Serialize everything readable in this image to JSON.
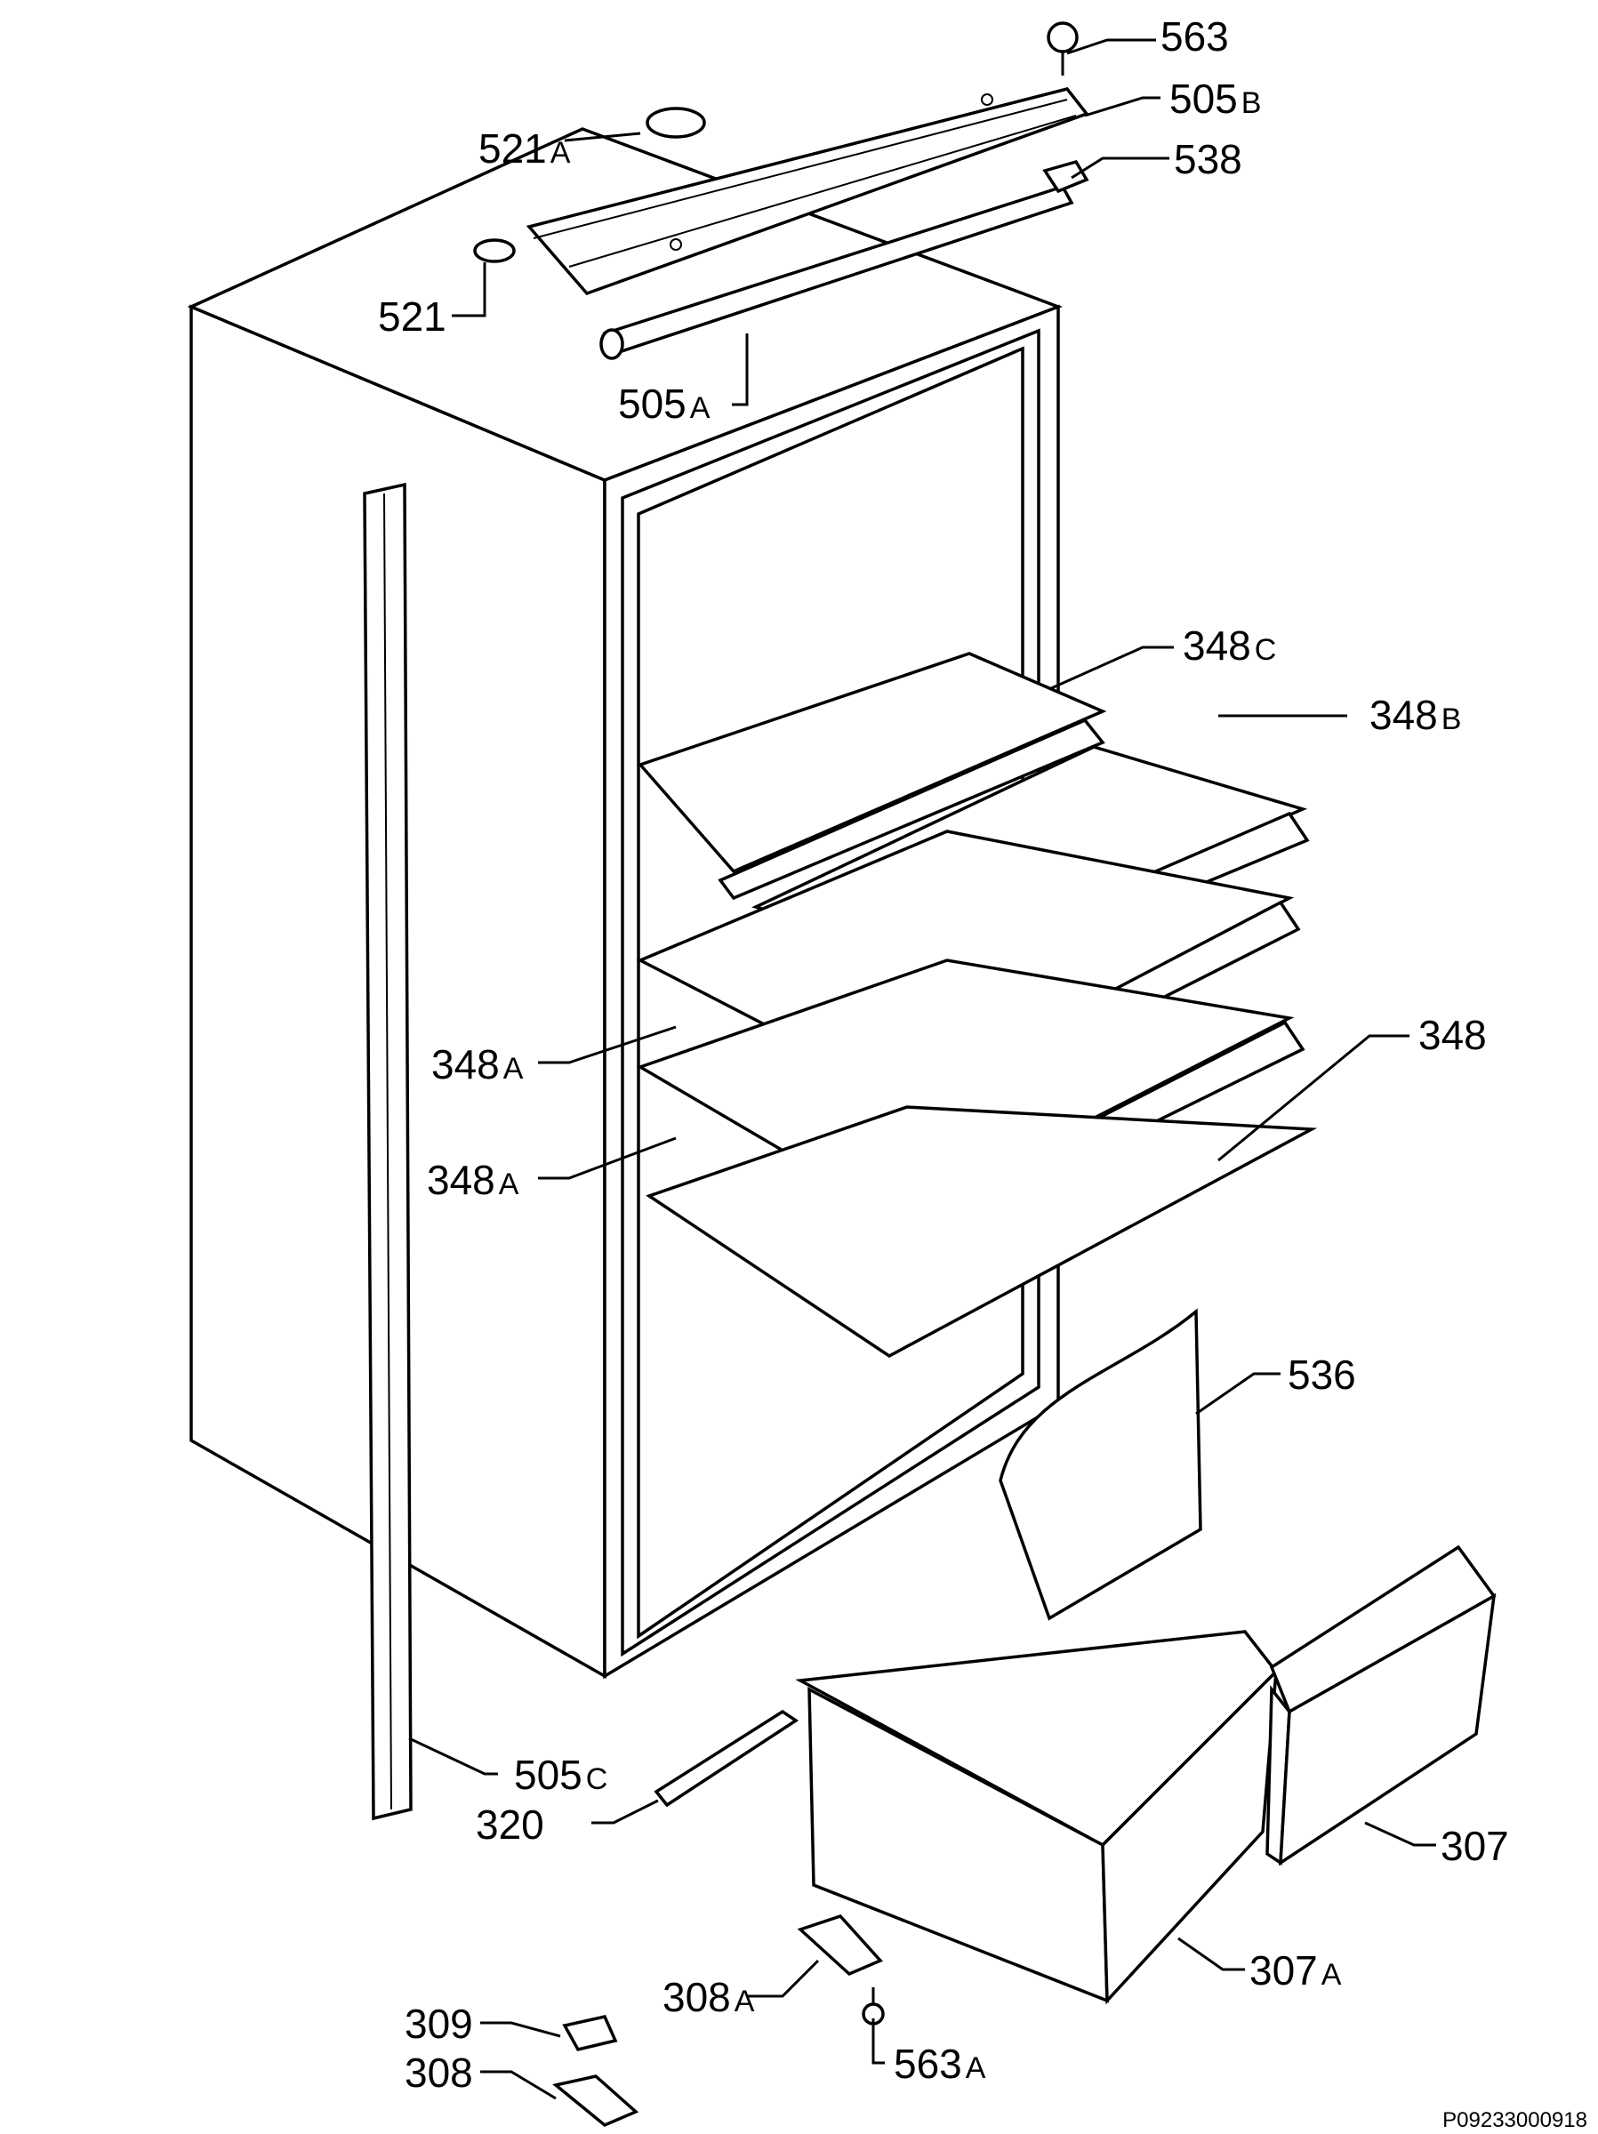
{
  "labels": [
    {
      "id": "563",
      "num": "563",
      "suffix": ""
    },
    {
      "id": "505B",
      "num": "505",
      "suffix": "B"
    },
    {
      "id": "521A",
      "num": "521",
      "suffix": "A"
    },
    {
      "id": "538",
      "num": "538",
      "suffix": ""
    },
    {
      "id": "521",
      "num": "521",
      "suffix": ""
    },
    {
      "id": "505A",
      "num": "505",
      "suffix": "A"
    },
    {
      "id": "348C",
      "num": "348",
      "suffix": "C"
    },
    {
      "id": "348B",
      "num": "348",
      "suffix": "B"
    },
    {
      "id": "348",
      "num": "348",
      "suffix": ""
    },
    {
      "id": "348A-1",
      "num": "348",
      "suffix": "A"
    },
    {
      "id": "348A-2",
      "num": "348",
      "suffix": "A"
    },
    {
      "id": "536",
      "num": "536",
      "suffix": ""
    },
    {
      "id": "505C",
      "num": "505",
      "suffix": "C"
    },
    {
      "id": "320",
      "num": "320",
      "suffix": ""
    },
    {
      "id": "307",
      "num": "307",
      "suffix": ""
    },
    {
      "id": "307A",
      "num": "307",
      "suffix": "A"
    },
    {
      "id": "308A",
      "num": "308",
      "suffix": "A"
    },
    {
      "id": "309",
      "num": "309",
      "suffix": ""
    },
    {
      "id": "308",
      "num": "308",
      "suffix": ""
    },
    {
      "id": "563A",
      "num": "563",
      "suffix": "A"
    }
  ],
  "reference_code": "P09233000918"
}
